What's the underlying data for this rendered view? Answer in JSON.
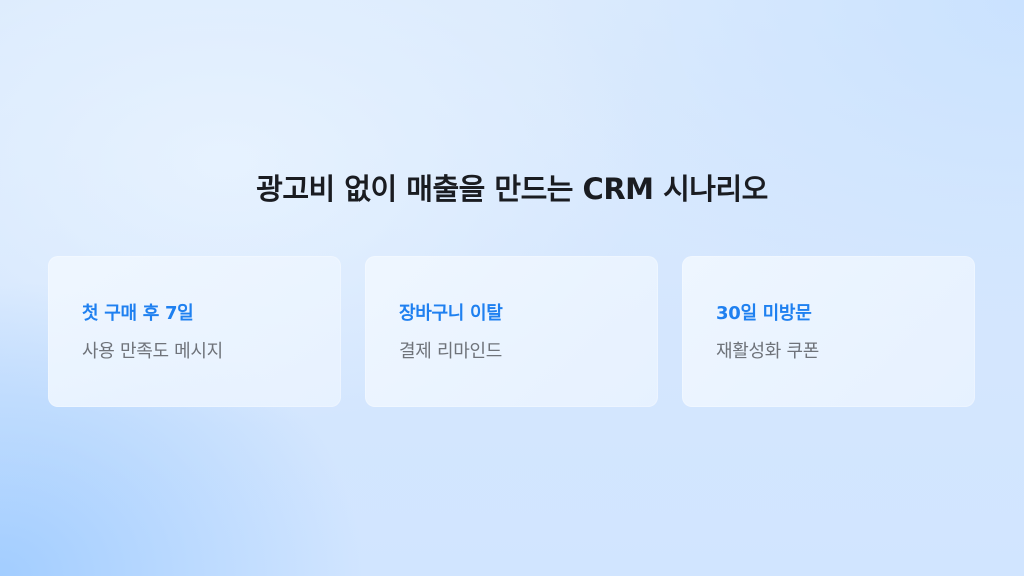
{
  "slide": {
    "title": "광고비 없이 매출을 만드는 CRM 시나리오",
    "cards": [
      {
        "label": "첫 구매 후 7일",
        "description": "사용 만족도 메시지"
      },
      {
        "label": "장바구니 이탈",
        "description": "결제 리마인드"
      },
      {
        "label": "30일 미방문",
        "description": "재활성화 쿠폰"
      }
    ]
  },
  "colors": {
    "title": "#1a1c21",
    "accent": "#1f80f0",
    "description": "#6f737a",
    "card_background": "#eef5ff",
    "background_light": "#dcebfd",
    "background_deep": "#a0ccff"
  }
}
